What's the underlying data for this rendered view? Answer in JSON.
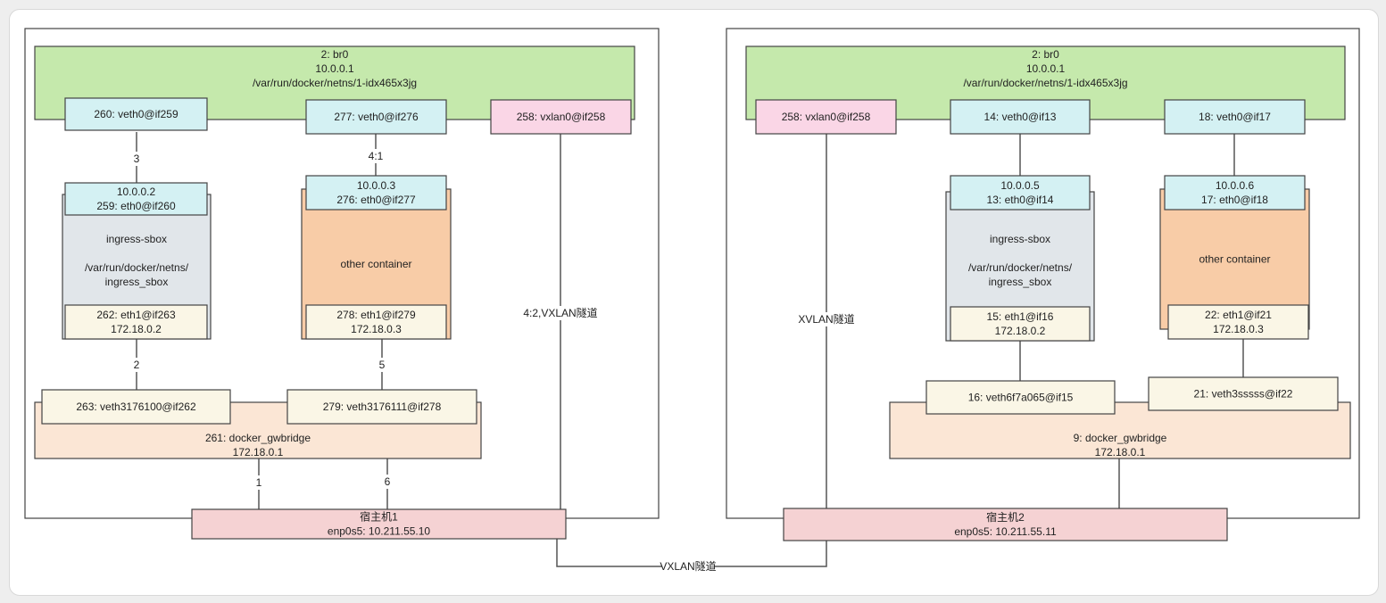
{
  "left": {
    "br0": [
      "2: br0",
      "10.0.0.1",
      "/var/run/docker/netns/1-idx465x3jg"
    ],
    "veth_a": "260: veth0@if259",
    "veth_b": "277: veth0@if276",
    "vxlan": "258: vxlan0@if258",
    "ingress_top": [
      "10.0.0.2",
      "259: eth0@if260"
    ],
    "ingress_body": [
      "ingress-sbox",
      "",
      "/var/run/docker/netns/",
      "ingress_sbox"
    ],
    "ingress_bottom": [
      "262: eth1@if263",
      "172.18.0.2"
    ],
    "other_top": [
      "10.0.0.3",
      "276: eth0@if277"
    ],
    "other_body": "other container",
    "other_bottom": [
      "278: eth1@if279",
      "172.18.0.3"
    ],
    "gw_veth_a": "263: veth3176100@if262",
    "gw_veth_b": "279: veth3176111@if278",
    "gwbridge": [
      "261: docker_gwbridge",
      "172.18.0.1"
    ],
    "host": [
      "宿主机1",
      "enp0s5:  10.211.55.10"
    ],
    "steps": {
      "s1": "1",
      "s2": "2",
      "s3": "3",
      "s41": "4:1",
      "s5": "5",
      "s6": "6"
    },
    "vxlan_label": "4:2,VXLAN隧道"
  },
  "right": {
    "br0": [
      "2: br0",
      "10.0.0.1",
      "/var/run/docker/netns/1-idx465x3jg"
    ],
    "vxlan": "258: vxlan0@if258",
    "veth_a": "14: veth0@if13",
    "veth_b": "18: veth0@if17",
    "ingress_top": [
      "10.0.0.5",
      "13: eth0@if14"
    ],
    "ingress_body": [
      "ingress-sbox",
      "",
      "/var/run/docker/netns/",
      "ingress_sbox"
    ],
    "ingress_bottom": [
      "15: eth1@if16",
      "172.18.0.2"
    ],
    "other_top": [
      "10.0.0.6",
      "17: eth0@if18"
    ],
    "other_body": "other container",
    "other_bottom": [
      "22: eth1@if21",
      "172.18.0.3"
    ],
    "gw_veth_a": "16: veth6f7a065@if15",
    "gw_veth_b": "21: veth3sssss@if22",
    "gwbridge": [
      "9: docker_gwbridge",
      "172.18.0.1"
    ],
    "host": [
      "宿主机2",
      "enp0s5:  10.211.55.11"
    ],
    "vxlan_label": "XVLAN隧道"
  },
  "tunnel_label": "VXLAN隧道",
  "colors": {
    "green": "#c5e9ac",
    "cyan": "#d4f1f3",
    "pink": "#fad6e6",
    "grey": "#e1e6ea",
    "orange": "#f8cca7",
    "cream": "#faf6e6",
    "peach": "#fbe6d5",
    "host": "#f5d2d3"
  }
}
